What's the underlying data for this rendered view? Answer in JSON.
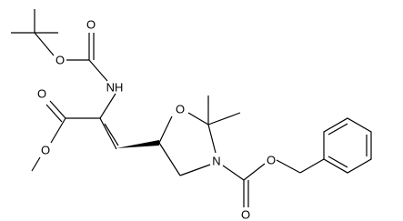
{
  "molecule": {
    "atom_labels": {
      "boc_ester_o": "O",
      "boc_carbonyl_o": "O",
      "nh": "NH",
      "ester_carbonyl_o": "O",
      "ester_methoxy_o": "O",
      "ring_o": "O",
      "ring_n": "N",
      "cbz_carbonyl_o": "O",
      "cbz_ester_o": "O"
    }
  }
}
